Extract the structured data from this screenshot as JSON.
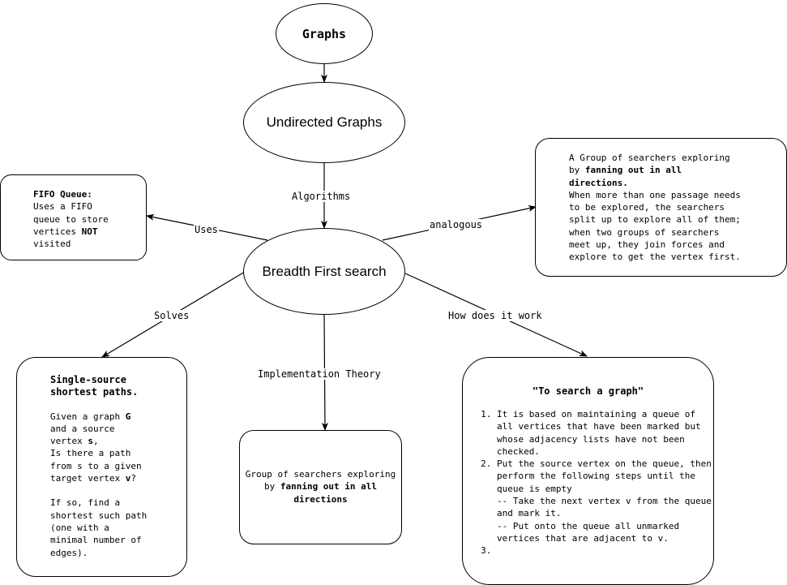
{
  "nodes": {
    "graphs": "Graphs",
    "undirected": "Undirected Graphs",
    "bfs": "Breadth First search"
  },
  "edges": {
    "algorithms": "Algorithms",
    "uses": "Uses",
    "analogous": "analogous",
    "solves": "Solves",
    "implementation": "Implementation Theory",
    "how": "How does it work"
  },
  "fifo": {
    "title": "FIFO Queue:",
    "line1": "Uses a FIFO",
    "line2": "queue to store",
    "line3_pre": "vertices ",
    "line3_bold": "NOT",
    "line4": "visited"
  },
  "analog": {
    "line1": "A Group of searchers exploring",
    "line2_pre": "by ",
    "line2_bold": "fanning out in all",
    "line3_bold": "directions.",
    "line4": "When more than one passage needs",
    "line5": "to be explored, the searchers",
    "line6": "split up to explore all of them;",
    "line7": "when two groups of searchers",
    "line8": "meet up, they join forces and",
    "line9": "explore to get the vertex first."
  },
  "sssp": {
    "title1": "Single-source",
    "title2": "shortest paths.",
    "q1_pre": "Given a graph ",
    "q1_bold": "G",
    "q2": "and a source",
    "q3_pre": "vertex ",
    "q3_bold": "s",
    "q3_post": ",",
    "q4": "Is there a path",
    "q5": "from s to a given",
    "q6_pre": "target vertex ",
    "q6_bold": "v",
    "q6_post": "?",
    "a1": "If so, find a",
    "a2": "shortest such path",
    "a3": "(one with a",
    "a4": "minimal number of",
    "a5": "edges)."
  },
  "impl": {
    "line1": "Group of searchers exploring",
    "line2_pre": "by ",
    "line2_bold": "fanning out in all",
    "line3_bold": "directions"
  },
  "how": {
    "title": "\"To search a graph\"",
    "s1": "It is based on maintaining a queue of all vertices that have been marked but whose adjacency lists have not been checked.",
    "s2a": "Put the source vertex on the queue, then perform the following steps until the queue is empty",
    "s2b": "-- Take the next vertex v from the queue and mark it.",
    "s2c": "-- Put onto the queue all unmarked vertices that are adjacent to v.",
    "s3": ""
  }
}
